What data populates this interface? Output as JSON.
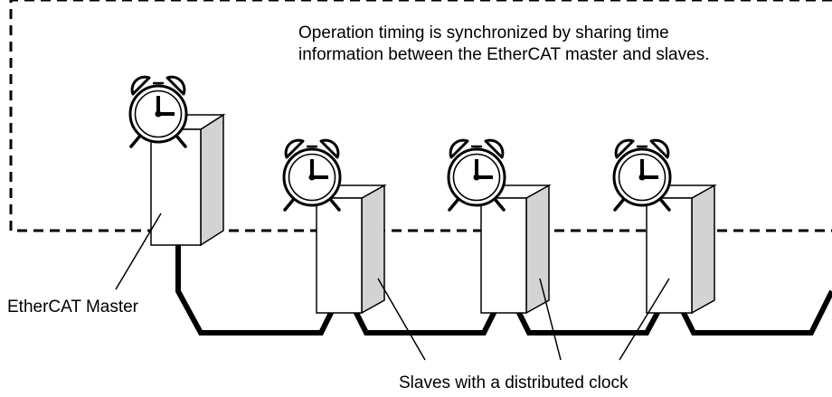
{
  "caption": {
    "line1": "Operation timing is synchronized by sharing time",
    "line2": "information between the EtherCAT master and slaves."
  },
  "master_label": "EtherCAT Master",
  "slaves_label": "Slaves with a distributed clock",
  "colors": {
    "stroke": "#000000",
    "box_front": "#ffffff",
    "box_side": "#d3d3d3",
    "dashed_border": "#000000"
  },
  "icons": {
    "clock": "alarm-clock-icon"
  }
}
